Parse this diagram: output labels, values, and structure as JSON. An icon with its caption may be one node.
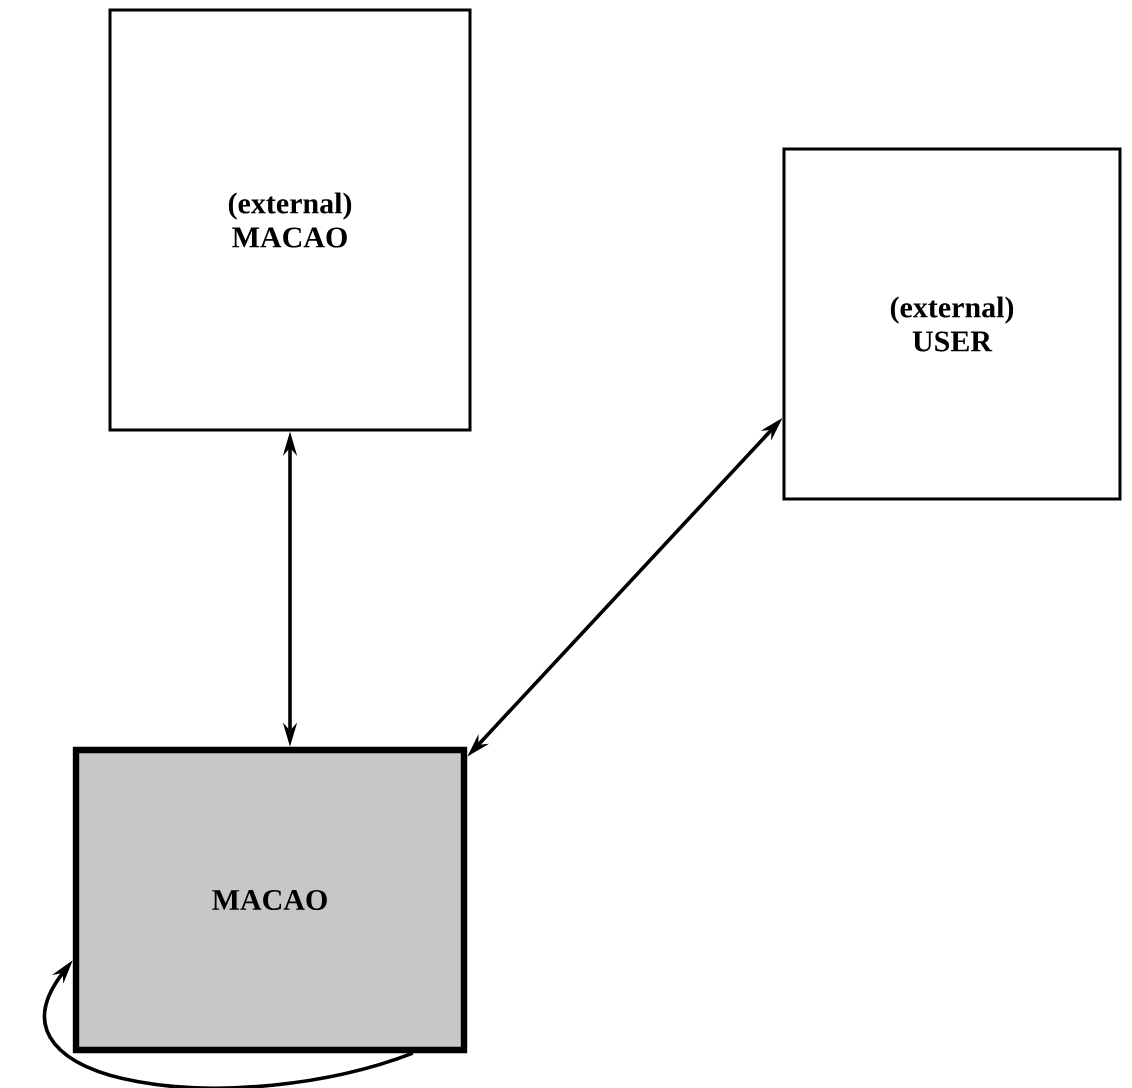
{
  "diagram": {
    "nodes": [
      {
        "text": [
          "(external) MACAO"
        ]
      },
      {
        "text": [
          "(external) USER"
        ]
      },
      {
        "text": [
          "MACAO"
        ]
      }
    ],
    "edges": [
      {
        "from": 0,
        "to": 2,
        "arrow": "both"
      },
      {
        "from": 1,
        "to": 2,
        "arrow": "both"
      },
      {
        "from": 2,
        "to": 2,
        "arrow": "to"
      }
    ]
  }
}
